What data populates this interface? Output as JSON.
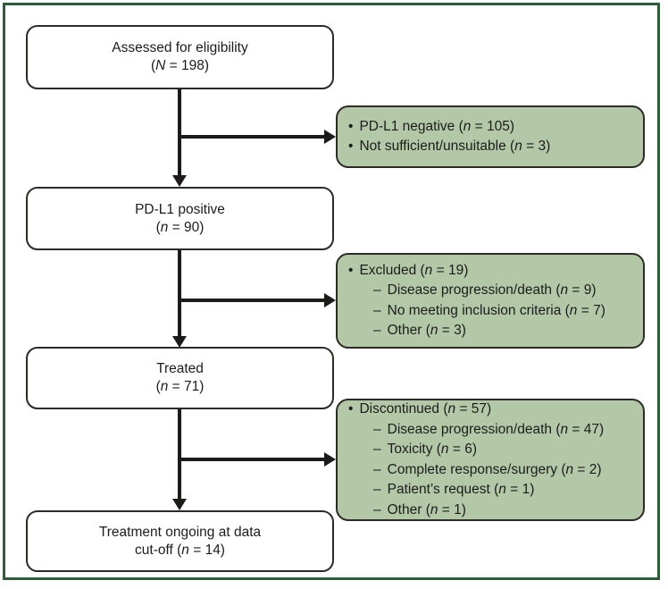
{
  "figure": {
    "kind": "CONSORT-style patient flow diagram"
  },
  "colors": {
    "frame_border": "#2e5c3b",
    "box_border": "#2e2b27",
    "green_fill": "#b3c8a7",
    "arrow": "#1d1b19",
    "text": "#1c1c1c",
    "white_fill": "#ffffff"
  },
  "flow_boxes": [
    {
      "id": "assessed",
      "lines": [
        [
          {
            "t": "Assessed for eligibility"
          }
        ],
        [
          {
            "t": "("
          },
          {
            "t": "N",
            "i": true
          },
          {
            "t": " = 198)"
          }
        ]
      ]
    },
    {
      "id": "pdl1-positive",
      "lines": [
        [
          {
            "t": "PD-L1 positive"
          }
        ],
        [
          {
            "t": "("
          },
          {
            "t": "n",
            "i": true
          },
          {
            "t": " = 90)"
          }
        ]
      ]
    },
    {
      "id": "treated",
      "lines": [
        [
          {
            "t": "Treated"
          }
        ],
        [
          {
            "t": "("
          },
          {
            "t": "n",
            "i": true
          },
          {
            "t": " = 71)"
          }
        ]
      ]
    },
    {
      "id": "treatment-ongoing",
      "lines": [
        [
          {
            "t": "Treatment ongoing at data"
          }
        ],
        [
          {
            "t": "cut-off ("
          },
          {
            "t": "n",
            "i": true
          },
          {
            "t": " = 14)"
          }
        ]
      ]
    }
  ],
  "side_boxes": [
    {
      "id": "screening-exclusions",
      "items": [
        {
          "level": 1,
          "marker": "•",
          "segs": [
            {
              "t": "PD-L1 negative ("
            },
            {
              "t": "n",
              "i": true
            },
            {
              "t": " = 105)"
            }
          ]
        },
        {
          "level": 1,
          "marker": "•",
          "segs": [
            {
              "t": "Not sufficient/unsuitable ("
            },
            {
              "t": "n",
              "i": true
            },
            {
              "t": " = 3)"
            }
          ]
        }
      ]
    },
    {
      "id": "excluded",
      "items": [
        {
          "level": 1,
          "marker": "•",
          "segs": [
            {
              "t": "Excluded ("
            },
            {
              "t": "n",
              "i": true
            },
            {
              "t": " = 19)"
            }
          ]
        },
        {
          "level": 2,
          "marker": "–",
          "segs": [
            {
              "t": "Disease progression/death ("
            },
            {
              "t": "n",
              "i": true
            },
            {
              "t": " = 9)"
            }
          ]
        },
        {
          "level": 2,
          "marker": "–",
          "segs": [
            {
              "t": "No meeting inclusion criteria ("
            },
            {
              "t": "n",
              "i": true
            },
            {
              "t": " = 7)"
            }
          ]
        },
        {
          "level": 2,
          "marker": "–",
          "segs": [
            {
              "t": "Other ("
            },
            {
              "t": "n",
              "i": true
            },
            {
              "t": " = 3)"
            }
          ]
        }
      ]
    },
    {
      "id": "discontinued",
      "items": [
        {
          "level": 1,
          "marker": "•",
          "segs": [
            {
              "t": "Discontinued ("
            },
            {
              "t": "n",
              "i": true
            },
            {
              "t": " = 57)"
            }
          ]
        },
        {
          "level": 2,
          "marker": "–",
          "segs": [
            {
              "t": "Disease progression/death ("
            },
            {
              "t": "n",
              "i": true
            },
            {
              "t": " = 47)"
            }
          ]
        },
        {
          "level": 2,
          "marker": "–",
          "segs": [
            {
              "t": "Toxicity ("
            },
            {
              "t": "n",
              "i": true
            },
            {
              "t": " = 6)"
            }
          ]
        },
        {
          "level": 2,
          "marker": "–",
          "segs": [
            {
              "t": "Complete response/surgery ("
            },
            {
              "t": "n",
              "i": true
            },
            {
              "t": " = 2)"
            }
          ]
        },
        {
          "level": 2,
          "marker": "–",
          "segs": [
            {
              "t": "Patient’s request ("
            },
            {
              "t": "n",
              "i": true
            },
            {
              "t": " = 1)"
            }
          ]
        },
        {
          "level": 2,
          "marker": "–",
          "segs": [
            {
              "t": "Other ("
            },
            {
              "t": "n",
              "i": true
            },
            {
              "t": " = 1)"
            }
          ]
        }
      ]
    }
  ]
}
